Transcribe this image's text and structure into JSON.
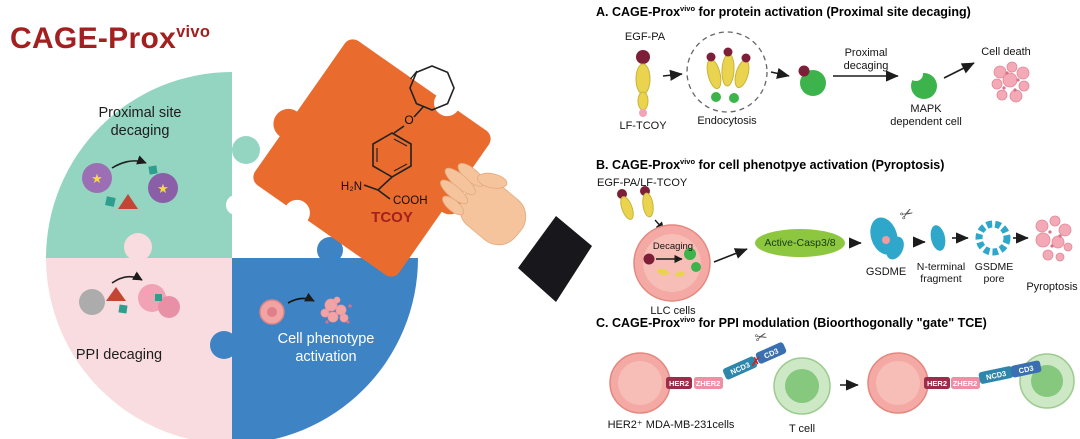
{
  "palette": {
    "brand_red": "#A32020",
    "teal_piece": "#93D5C0",
    "pink_piece": "#F8DCDF",
    "blue_piece": "#3E83C4",
    "orange_piece": "#E96B2D",
    "green_protein": "#3CB44B",
    "maroon_cage": "#7E1F3A",
    "yellow_ligand": "#E9D34F",
    "cyan_gsdme": "#2FA7CB",
    "light_green_casp": "#8DC63F",
    "pink_cell": "#F4A9A4",
    "tcell_green": "#CDE8C4"
  },
  "icons": {
    "scissors": "✂",
    "cross": "✗",
    "star": "★"
  },
  "brand": {
    "title": "CAGE-Prox",
    "sup": "vivo"
  },
  "puzzle": {
    "proximal_label_1": "Proximal site",
    "proximal_label_2": "decaging",
    "ppi_label": "PPI decaging",
    "phenotype_label_1": "Cell phenotype",
    "phenotype_label_2": "activation",
    "chem_h2n": "H₂N",
    "chem_cooh": "COOH",
    "chem_o": "O",
    "chem_name": "TCOY"
  },
  "panel_a": {
    "title_pre": "A. CAGE-Prox",
    "title_sup": "vivo",
    "title_post": " for protein activation (Proximal site decaging)",
    "egf_pa": "EGF-PA",
    "lf_tcoy": "LF-TCOY",
    "endocytosis": "Endocytosis",
    "step_1": "Proximal",
    "step_2": "decaging",
    "mapk_1": "MAPK",
    "mapk_2": "dependent cell",
    "cell_death": "Cell death"
  },
  "panel_b": {
    "title_pre": "B. CAGE-Prox",
    "title_sup": "vivo",
    "title_post": " for cell phenotpye activation (Pyroptosis)",
    "ligand": "EGF-PA/LF-TCOY",
    "decaging": "Decaging",
    "llc": "LLC cells",
    "casp": "Active-Casp3/8",
    "gsdme": "GSDME",
    "nterm_1": "N-terminal",
    "nterm_2": "fragment",
    "pore_1": "GSDME",
    "pore_2": "pore",
    "pyroptosis": "Pyroptosis"
  },
  "panel_c": {
    "title_pre": "C. CAGE-Prox",
    "title_sup": "vivo",
    "title_post": " for PPI modulation (Bioorthogonally \"gate\" TCE)",
    "mda": "HER2⁺ MDA-MB-231cells",
    "tcell": "T cell",
    "her2": "HER2",
    "zher2": "ZHER2",
    "ncd3": "NCD3",
    "cd3": "CD3"
  }
}
